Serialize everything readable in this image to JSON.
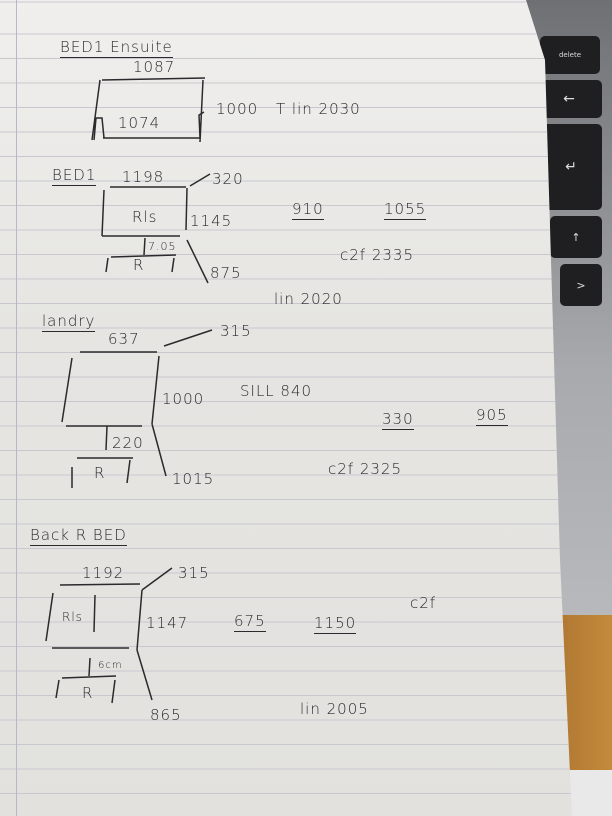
{
  "laptop_keys": {
    "delete": "delete",
    "left_arrow": "←",
    "return": "↵",
    "up_arrow": "↑",
    "right_arrow": ">"
  },
  "sections": [
    {
      "title": "BED1 Ensuite",
      "top": "1087",
      "bottom": "1074",
      "right": "1000",
      "note": "T lin 2030"
    },
    {
      "title": "BED1",
      "top": "1198",
      "diag": "320",
      "box_label": "Rls",
      "side": "1145",
      "drop": "7.05",
      "lower_label": "R",
      "lower_diag": "875",
      "w1": "910",
      "w2": "1055",
      "c2f": "c2f 2335",
      "lin": "lin 2020"
    },
    {
      "title": "landry",
      "top": "637",
      "diag": "315",
      "side": "1000",
      "sill": "SILL 840",
      "w1": "330",
      "w2": "905",
      "drop": "220",
      "lower_label": "R",
      "lower_diag": "1015",
      "c2f": "c2f 2325"
    },
    {
      "title": "Back R BED",
      "top": "1192",
      "diag": "315",
      "box_label": "Rls",
      "side": "1147",
      "w1": "675",
      "w2": "1150",
      "c2f": "c2f",
      "drop": "6cm",
      "lower_label": "R",
      "lower_diag": "865",
      "lin": "lin 2005"
    }
  ]
}
